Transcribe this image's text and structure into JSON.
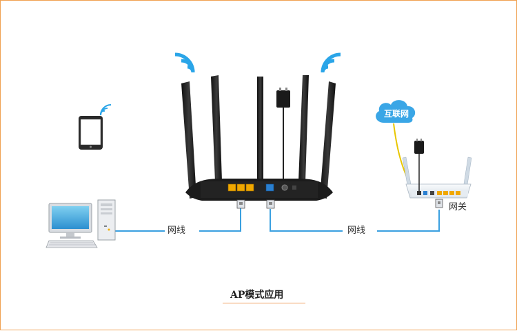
{
  "caption": "AP模式应用",
  "labels": {
    "cable_left": "网线",
    "cable_right": "网线",
    "gateway": "网关",
    "internet": "互联网"
  },
  "colors": {
    "cable": "#3aa0e0",
    "wifi": "#2aa5e8",
    "cloud": "#3aa6e6",
    "wan_line": "#e8c600",
    "lan_port": "#f0a800",
    "wan_port": "#2a7fd0",
    "frame": "#f0a050"
  }
}
